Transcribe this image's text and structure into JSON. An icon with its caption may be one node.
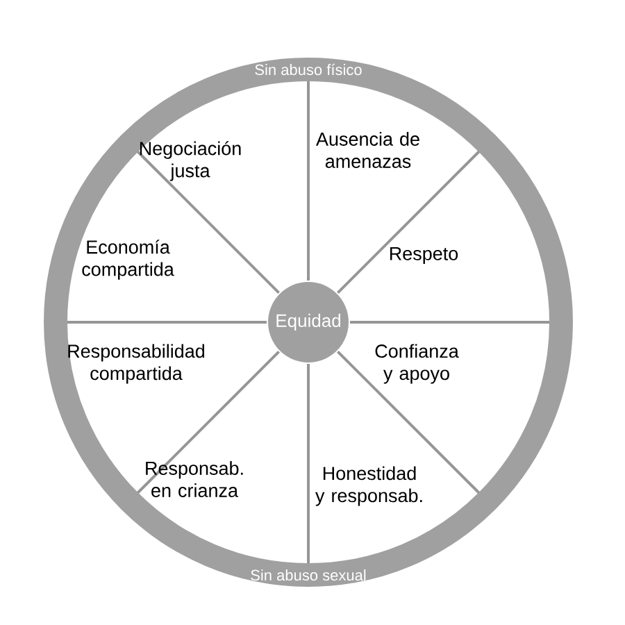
{
  "diagram": {
    "nodes": [
      {
        "text": [
          "Sin abuso físico",
          "Sin abuso sexual"
        ]
      },
      {
        "text": [
          "Equidad"
        ],
        "in": 0
      },
      {
        "text": [
          "Negociación justa"
        ],
        "in": 0
      },
      {
        "text": [
          "Ausencia de amenazas"
        ],
        "in": 0
      },
      {
        "text": [
          "Respeto"
        ],
        "in": 0
      },
      {
        "text": [
          "Confianza y apoyo"
        ],
        "in": 0
      },
      {
        "text": [
          "Honestidad y responsab."
        ],
        "in": 0
      },
      {
        "text": [
          "Responsab. en crianza"
        ],
        "in": 0
      },
      {
        "text": [
          "Responsabilidad compartida"
        ],
        "in": 0
      },
      {
        "text": [
          "Economía compartida"
        ],
        "in": 0
      }
    ]
  }
}
